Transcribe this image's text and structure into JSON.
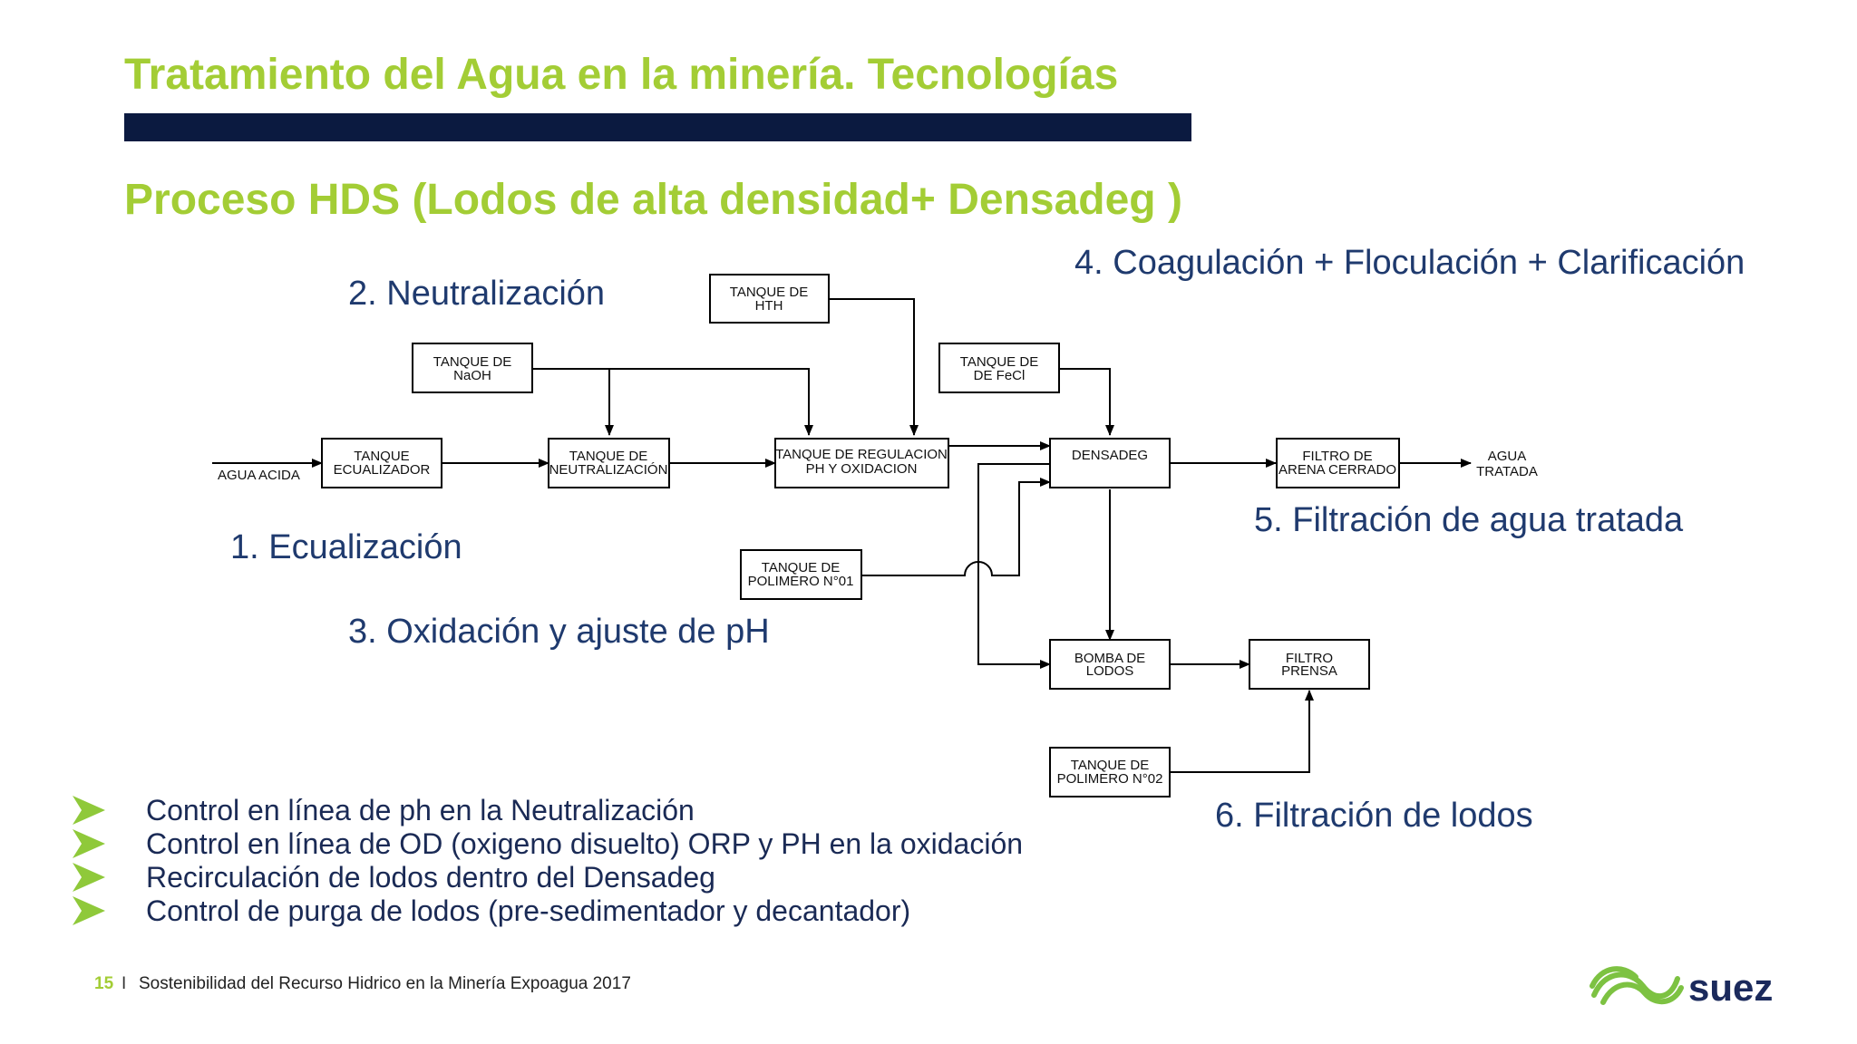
{
  "slide": {
    "title": "Tratamiento del Agua en la minería. Tecnologías",
    "subtitle": "Proceso HDS (Lodos de alta densidad+ Densadeg )"
  },
  "steps": {
    "s1": "1. Ecualización",
    "s2": "2. Neutralización",
    "s3": "3. Oxidación y ajuste de pH",
    "s4": "4. Coagulación + Floculación + Clarificación",
    "s5": "5. Filtración de agua tratada",
    "s6": "6. Filtración de lodos"
  },
  "diagram": {
    "agua_acida": "AGUA ACIDA",
    "agua_tratada": [
      "AGUA",
      "TRATADA"
    ],
    "boxes": {
      "tanque_ecualizador": [
        "TANQUE",
        "ECUALIZADOR"
      ],
      "tanque_neutralizacion": [
        "TANQUE DE",
        "NEUTRALIZACIÓN"
      ],
      "tanque_regulacion": [
        "TANQUE DE REGULACION",
        "PH  Y OXIDACION"
      ],
      "densadeg": [
        "DENSADEG"
      ],
      "filtro_arena": [
        "FILTRO DE",
        "ARENA CERRADO"
      ],
      "tanque_naoh": [
        "TANQUE DE",
        "NaOH"
      ],
      "tanque_hth": [
        "TANQUE DE",
        "HTH"
      ],
      "tanque_fecl": [
        "TANQUE DE",
        "DE  FeCl"
      ],
      "tanque_polimero_01": [
        "TANQUE DE",
        "POLIMERO N°01"
      ],
      "bomba_lodos": [
        "BOMBA DE",
        "LODOS"
      ],
      "filtro_prensa": [
        "FILTRO",
        "PRENSA"
      ],
      "tanque_polimero_02": [
        "TANQUE DE",
        "POLIMERO N°02"
      ]
    }
  },
  "bullets": [
    "Control en línea de ph en la Neutralización",
    "Control en línea de OD (oxigeno disuelto) ORP y PH en la oxidación",
    "Recirculación de lodos dentro del Densadeg",
    "Control de purga de lodos (pre-sedimentador y decantador)"
  ],
  "footer": {
    "page_number": "15",
    "separator": "I",
    "text": "Sostenibilidad del Recurso Hidrico en la Minería Expoagua 2017"
  },
  "logo": {
    "text": "suez",
    "color_green": "#7dc242",
    "color_navy": "#1b2a5c"
  },
  "colors": {
    "title_green": "#a3cd35",
    "bar_navy": "#0b1a40",
    "step_blue": "#1f3a6e"
  }
}
